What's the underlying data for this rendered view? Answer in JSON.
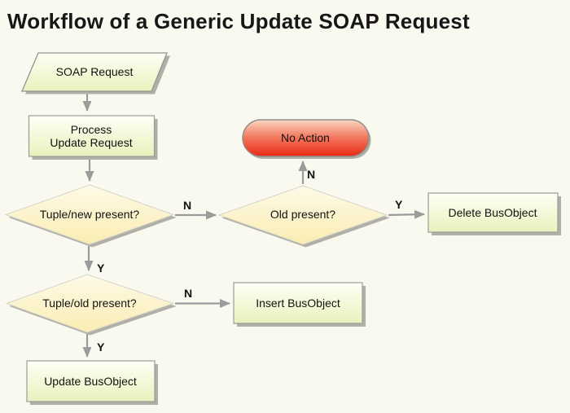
{
  "title": "Workflow of a Generic Update SOAP Request",
  "nodes": {
    "soap_request": {
      "label": "SOAP Request"
    },
    "process_update": {
      "label_line1": "Process",
      "label_line2": "Update Request"
    },
    "tuple_new_present": {
      "label": "Tuple/new present?"
    },
    "old_present": {
      "label": "Old present?"
    },
    "no_action": {
      "label": "No Action"
    },
    "delete_busobject": {
      "label": "Delete BusObject"
    },
    "tuple_old_present": {
      "label": "Tuple/old present?"
    },
    "insert_busobject": {
      "label": "Insert BusObject"
    },
    "update_busobject": {
      "label": "Update BusObject"
    }
  },
  "edge_labels": {
    "tuple_new_to_old_present": "N",
    "tuple_new_to_tuple_old": "Y",
    "old_present_to_no_action": "N",
    "old_present_to_delete": "Y",
    "tuple_old_to_insert": "N",
    "tuple_old_to_update": "Y"
  },
  "colors": {
    "background": "#F9F9F0",
    "box_gradient_top": "#FEFFF6",
    "box_gradient_bottom": "#EAF1BC",
    "diamond_gradient_top": "#FEFAE8",
    "diamond_gradient_bottom": "#FAEDB2",
    "terminator_gradient_top": "#FAD7C2",
    "terminator_gradient_bottom": "#E92A12",
    "arrow": "#9B9B9B",
    "shadow": "#B0B0A8",
    "text": "#121212"
  }
}
